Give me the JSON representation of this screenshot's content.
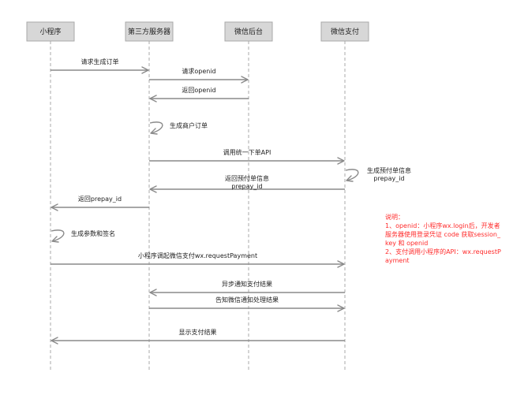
{
  "colors": {
    "actor_fill": "#d7d7d7",
    "line": "#8a8a8a",
    "note_text": "#ff2a2a"
  },
  "actors": [
    {
      "id": "mini",
      "label": "小程序"
    },
    {
      "id": "server",
      "label": "第三方服务器"
    },
    {
      "id": "wxbg",
      "label": "微信后台"
    },
    {
      "id": "pay",
      "label": "微信支付"
    }
  ],
  "messages": [
    {
      "from": "mini",
      "to": "server",
      "lines": [
        "请求生成订单"
      ]
    },
    {
      "from": "server",
      "to": "wxbg",
      "lines": [
        "请求openid"
      ]
    },
    {
      "from": "wxbg",
      "to": "server",
      "lines": [
        "返回openid"
      ]
    },
    {
      "from": "server",
      "to": "server",
      "lines": [
        "生成商户订单"
      ]
    },
    {
      "from": "server",
      "to": "pay",
      "lines": [
        "调用统一下单API"
      ]
    },
    {
      "from": "pay",
      "to": "pay",
      "lines": [
        "生成预付单信息",
        "prepay_id"
      ]
    },
    {
      "from": "pay",
      "to": "server",
      "lines": [
        "返回预付单信息",
        "prepay_id"
      ]
    },
    {
      "from": "server",
      "to": "mini",
      "lines": [
        "返回prepay_id"
      ]
    },
    {
      "from": "mini",
      "to": "mini",
      "lines": [
        "生成参数和签名"
      ]
    },
    {
      "from": "mini",
      "to": "pay",
      "lines": [
        "小程序调起微信支付wx.requestPayment"
      ]
    },
    {
      "from": "pay",
      "to": "server",
      "lines": [
        "异步通知支付结果"
      ]
    },
    {
      "from": "server",
      "to": "pay",
      "lines": [
        "告知微信通知处理结果"
      ]
    },
    {
      "from": "pay",
      "to": "mini",
      "lines": [
        "显示支付结果"
      ]
    }
  ],
  "note": {
    "lines": [
      "说明：",
      "1、openid：小程序wx.login后，开发者服务器使用登录凭证 code 获取session_key 和 openid",
      "2、支付调用小程序的API：wx.requestPayment"
    ]
  }
}
